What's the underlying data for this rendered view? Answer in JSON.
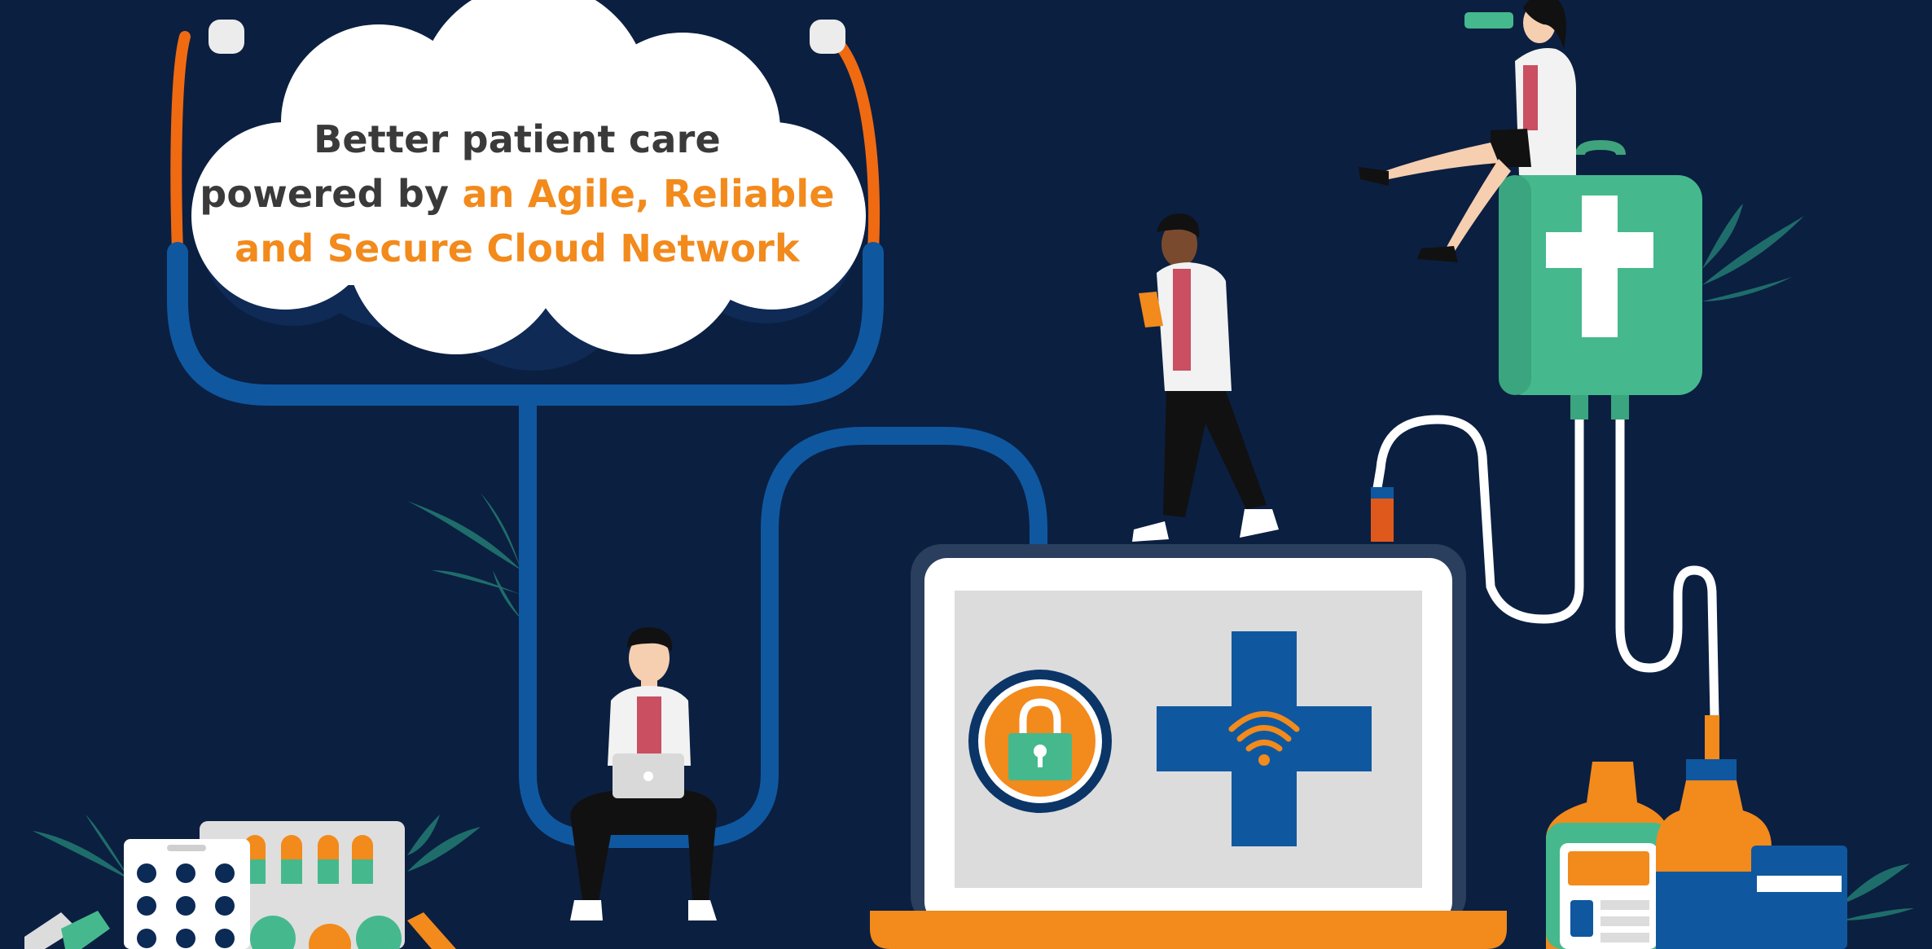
{
  "headline": {
    "line1": "Better patient care",
    "line2_prefix": "powered by ",
    "line2_accent": "an Agile, Reliable",
    "line3": "and Secure Cloud Network"
  },
  "colors": {
    "background": "#0b1f41",
    "stethoscope_blue": "#0f58a0",
    "accent_orange": "#f28a1c",
    "medical_green": "#45b98d",
    "laptop_screen": "#dcdcdc",
    "text_dark": "#3a3a3a"
  },
  "icons": {
    "cloud": "cloud-icon",
    "padlock": "padlock-icon",
    "medical_cross": "medical-cross-icon",
    "wifi": "wifi-icon",
    "iv_bag": "iv-bag-icon",
    "laptop": "laptop-icon",
    "stethoscope": "stethoscope-icon"
  }
}
